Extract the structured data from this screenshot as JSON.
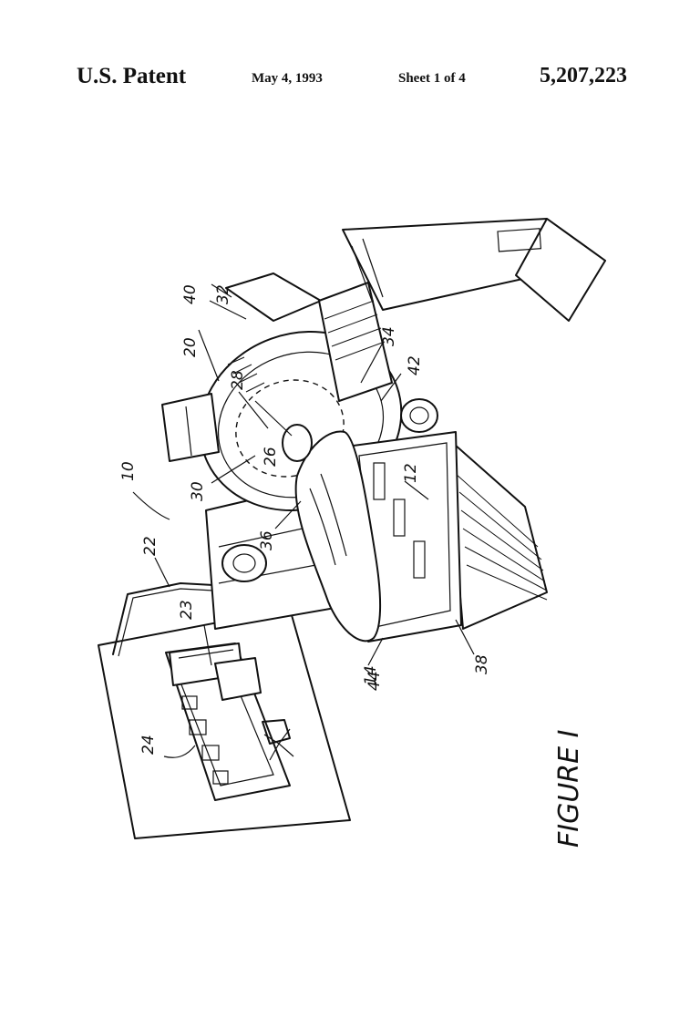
{
  "header": {
    "left": "U.S. Patent",
    "date": "May 4, 1993",
    "sheet": "Sheet 1 of 4",
    "number": "5,207,223"
  },
  "figure": {
    "caption": "FIGURE I",
    "labels": {
      "l10": "10",
      "l12": "12",
      "l14": "14",
      "l20": "20",
      "l22": "22",
      "l23": "23",
      "l24": "24",
      "l26": "26",
      "l28": "28",
      "l30": "30",
      "l32": "32",
      "l34": "34",
      "l36": "36",
      "l38": "38",
      "l40": "40",
      "l42": "42",
      "l44": "44"
    }
  }
}
